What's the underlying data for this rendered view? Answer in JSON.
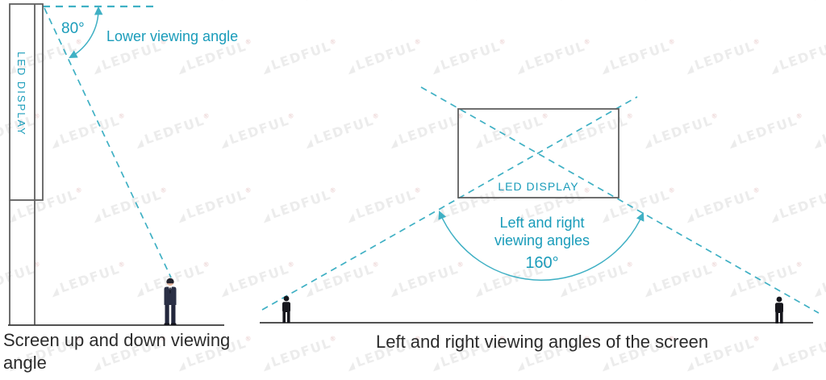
{
  "left_diagram": {
    "display_label": "LED DISPLAY",
    "angle_value": "80°",
    "angle_label": "Lower viewing angle",
    "caption": "Screen up and down viewing angle"
  },
  "right_diagram": {
    "display_label": "LED DISPLAY",
    "angle_label_line1": "Left and right",
    "angle_label_line2": "viewing angles",
    "angle_value": "160°",
    "caption": "Left and right viewing angles of the screen"
  },
  "watermark": {
    "text": "LEDFUL",
    "mark": "®"
  },
  "colors": {
    "teal_text": "#1a9cba",
    "teal_line": "#3fb0c4",
    "outline": "#5f5f5f",
    "ground": "#3a3a3a",
    "caption": "#2b2b2b",
    "person": "#17171d",
    "watermark": "#ececec"
  }
}
